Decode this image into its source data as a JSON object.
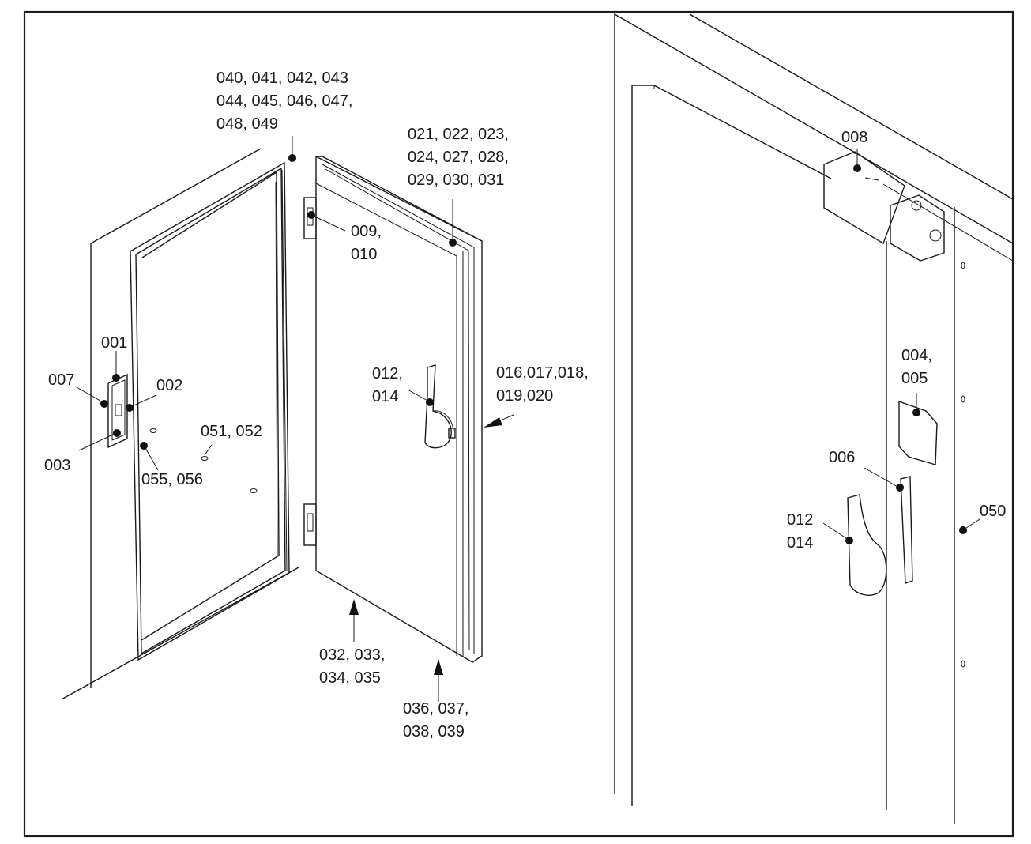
{
  "labels": {
    "l_040": "040, 041, 042, 043\n044, 045, 046, 047,\n048, 049",
    "l_021": "021, 022, 023,\n024, 027, 028,\n029, 030, 031",
    "l_009": "009,\n010",
    "l_001": "001",
    "l_007": "007",
    "l_002": "002",
    "l_003": "003",
    "l_051": "051, 052",
    "l_055": "055, 056",
    "l_012a": "012,\n014",
    "l_016": "016,017,018,\n019,020",
    "l_032": "032, 033,\n034, 035",
    "l_036": "036, 037,\n038, 039",
    "l_008": "008",
    "l_004": "004,\n005",
    "l_006": "006",
    "l_012b": "012\n014",
    "l_050": "050"
  }
}
